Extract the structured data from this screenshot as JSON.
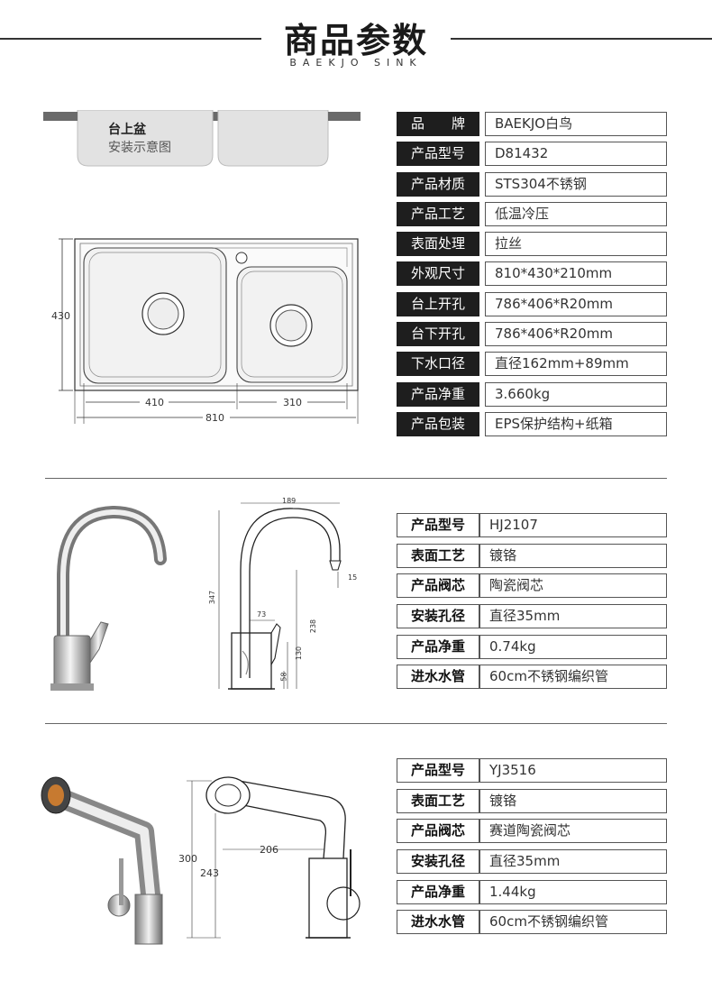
{
  "header": {
    "title": "商品参数",
    "subtitle": "BAEKJO SINK"
  },
  "mount": {
    "label1": "台上盆",
    "label2": "安装示意图"
  },
  "sink_dims": {
    "height": "430",
    "left": "410",
    "right": "310",
    "total": "810"
  },
  "sink_specs": [
    {
      "key": "品　　牌",
      "value": "BAEKJO白鸟"
    },
    {
      "key": "产品型号",
      "value": "D81432"
    },
    {
      "key": "产品材质",
      "value": "STS304不锈钢"
    },
    {
      "key": "产品工艺",
      "value": "低温冷压"
    },
    {
      "key": "表面处理",
      "value": "拉丝"
    },
    {
      "key": "外观尺寸",
      "value": "810*430*210mm"
    },
    {
      "key": "台上开孔",
      "value": "786*406*R20mm"
    },
    {
      "key": "台下开孔",
      "value": "786*406*R20mm"
    },
    {
      "key": "下水口径",
      "value": "直径162mm+89mm"
    },
    {
      "key": "产品净重",
      "value": "3.660kg"
    },
    {
      "key": "产品包装",
      "value": "EPS保护结构+纸箱"
    }
  ],
  "faucet1_dims": {
    "width": "189",
    "height": "347",
    "spout": "238",
    "base": "130",
    "offset": "73",
    "foot": "58",
    "tip": "15"
  },
  "faucet1_specs": [
    {
      "key": "产品型号",
      "value": "HJ2107"
    },
    {
      "key": "表面工艺",
      "value": "镀铬"
    },
    {
      "key": "产品阀芯",
      "value": "陶瓷阀芯"
    },
    {
      "key": "安装孔径",
      "value": "直径35mm"
    },
    {
      "key": "产品净重",
      "value": "0.74kg"
    },
    {
      "key": "进水水管",
      "value": "60cm不锈钢编织管"
    }
  ],
  "faucet2_dims": {
    "height": "300",
    "body": "243",
    "reach": "206"
  },
  "faucet2_specs": [
    {
      "key": "产品型号",
      "value": "YJ3516"
    },
    {
      "key": "表面工艺",
      "value": "镀铬"
    },
    {
      "key": "产品阀芯",
      "value": "赛道陶瓷阀芯"
    },
    {
      "key": "安装孔径",
      "value": "直径35mm"
    },
    {
      "key": "产品净重",
      "value": "1.44kg"
    },
    {
      "key": "进水水管",
      "value": "60cm不锈钢编织管"
    }
  ]
}
